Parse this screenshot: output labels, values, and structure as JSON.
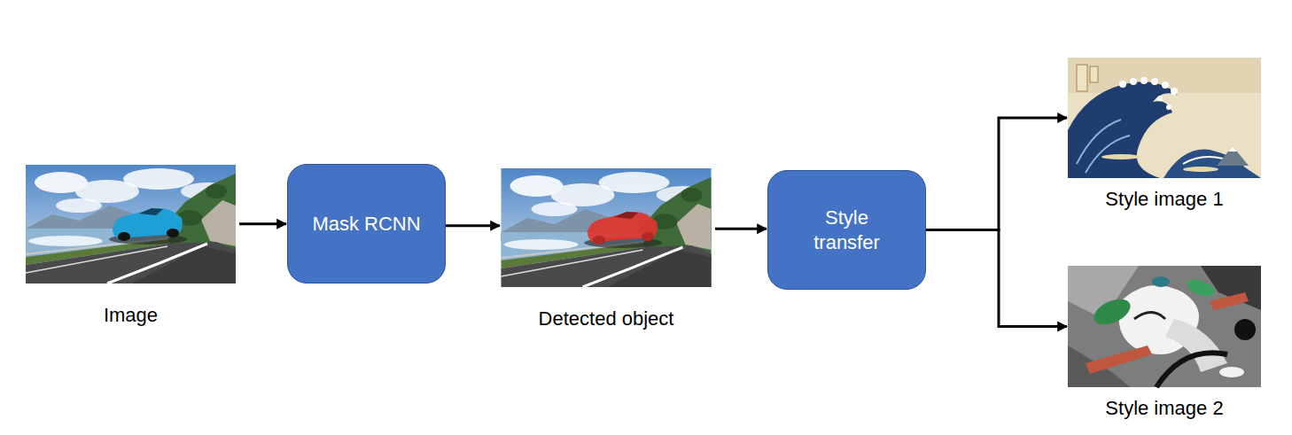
{
  "diagram": {
    "nodes": [
      {
        "text": [
          "Image"
        ]
      },
      {
        "text": [
          "Mask RCNN"
        ]
      },
      {
        "text": [
          "Detected object"
        ]
      },
      {
        "text": [
          "Style transfer"
        ]
      },
      {
        "text": [
          "Style image 1"
        ]
      },
      {
        "text": [
          "Style image 2"
        ]
      }
    ],
    "edges": [
      {
        "from": 0,
        "to": 1,
        "arrow": "to"
      },
      {
        "from": 1,
        "to": 2,
        "arrow": "to"
      },
      {
        "from": 2,
        "to": 3,
        "arrow": "to"
      },
      {
        "from": 3,
        "to": 4,
        "arrow": "to"
      },
      {
        "from": 3,
        "to": 5,
        "arrow": "to"
      }
    ]
  }
}
